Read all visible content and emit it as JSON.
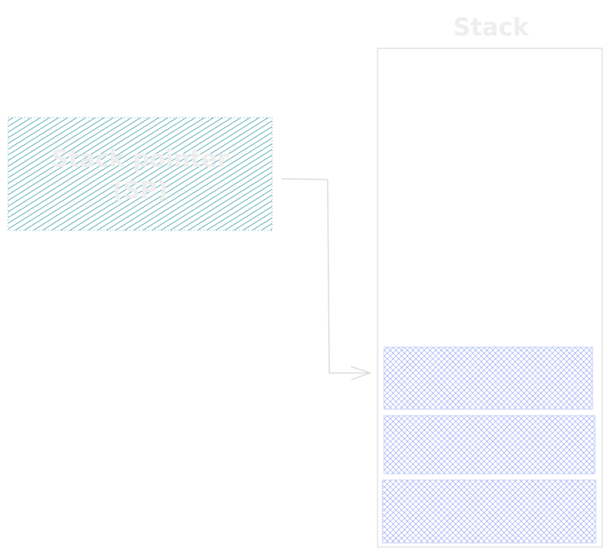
{
  "diagram": {
    "title": "Stack",
    "pointer_box": {
      "line1": "Stack pointer",
      "line2": "(SP)"
    },
    "stack_frames": [
      {
        "label": ""
      },
      {
        "label": ""
      },
      {
        "label": ""
      }
    ],
    "colors": {
      "pointer_fill": "#3ba0a8",
      "frame_fill": "#6f86f0",
      "outline": "#e4e4e4",
      "text": "#eeeeee",
      "arrow": "#dddddd"
    }
  }
}
